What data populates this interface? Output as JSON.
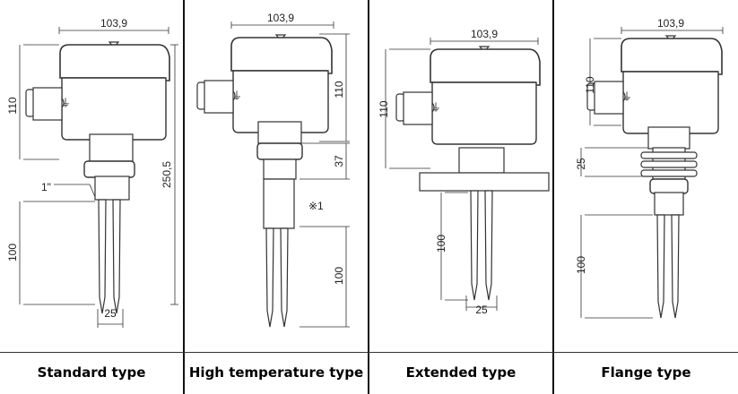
{
  "panels": [
    {
      "label": "Standard type",
      "dims": {
        "width": "103,9",
        "housing_height": "110",
        "total_height": "250,5",
        "fork_length": "100",
        "fork_spacing": "25",
        "thread": "1\""
      }
    },
    {
      "label": "High temperature type",
      "dims": {
        "width": "103,9",
        "housing_height": "110",
        "extension": "37",
        "note": "※1",
        "fork_length": "100"
      }
    },
    {
      "label": "Extended type",
      "dims": {
        "width": "103,9",
        "housing_height": "110",
        "fork_length": "100",
        "fork_spacing": "25"
      }
    },
    {
      "label": "Flange type",
      "dims": {
        "width": "103,9",
        "housing_height": "110",
        "fin_height": "25",
        "fork_length": "100"
      }
    }
  ]
}
